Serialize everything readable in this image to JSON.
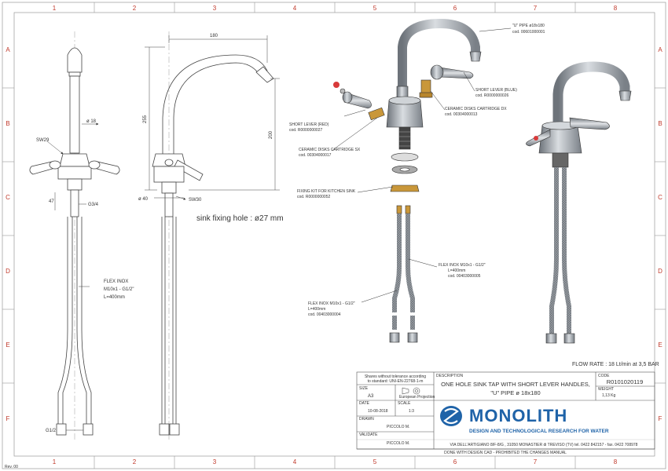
{
  "frame": {
    "columns": [
      "1",
      "2",
      "3",
      "4",
      "5",
      "6",
      "7",
      "8"
    ],
    "rows": [
      "A",
      "B",
      "C",
      "D",
      "E",
      "F"
    ],
    "revision": "Rev. 00"
  },
  "dimensions": {
    "front": {
      "d18": "ø 18",
      "sw29": "SW29",
      "g34": "G3/4",
      "d47": "47",
      "g12": "G1/2"
    },
    "side": {
      "w180": "180",
      "h255": "255",
      "h200": "200",
      "d40": "ø 40",
      "sw30": "SW30"
    },
    "sink_hole": "sink fixing hole : ø27 mm"
  },
  "left_hose_label": [
    "FLEX INOX",
    "M10x1 - G1/2\"",
    "L=400mm"
  ],
  "callouts": [
    {
      "name": "u-pipe",
      "lines": [
        "\"U\" PIPE ø18x180",
        "cod. 00601000001"
      ]
    },
    {
      "name": "short-lever-blue",
      "lines": [
        "SHORT LEVER (BLUE)",
        "cod. R0000000026"
      ]
    },
    {
      "name": "ceramic-dx",
      "lines": [
        "CERAMIC DISKS CARTRIDGE DX",
        "cod. 00304000013"
      ]
    },
    {
      "name": "short-lever-red",
      "lines": [
        "SHORT LEVER (RED)",
        "cod. R0000000027"
      ]
    },
    {
      "name": "ceramic-sx",
      "lines": [
        "CERAMIC DISKS CARTRIDGE SX",
        "cod. 00304000017"
      ]
    },
    {
      "name": "fixing-kit",
      "lines": [
        "FIXING KIT FOR KITCHEN SINK",
        "cod. R0000000052"
      ]
    },
    {
      "name": "flex-inox-right",
      "lines": [
        "FLEX INOX M10x1 - G1/2\"",
        "L=400mm",
        "cod. 00403000005"
      ]
    },
    {
      "name": "flex-inox-left",
      "lines": [
        "FLEX INOX M10x1 - G1/2\"",
        "L=400mm",
        "cod. 00403000004"
      ]
    }
  ],
  "flow_rate": "FLOW RATE : 18 Lt/min at 3,5 BAR",
  "title_block": {
    "tolerance": [
      "Shares without tolerance according",
      "to standard: UNI-EN-22768-1-m"
    ],
    "size_label": "SIZE",
    "size": "A3",
    "projection": "European Projection",
    "description_label": "DESCRIPTION",
    "description": [
      "ONE HOLE SINK TAP WITH SHORT LEVER HANDLES,",
      "\"U\" PIPE ø 18x180"
    ],
    "code_label": "CODE",
    "code": "R0101020119",
    "weight_label": "WEIGHT",
    "weight": "1,13 Kg",
    "date_label": "DATE",
    "date": "10-08-2018",
    "scale_label": "SCALE",
    "scale": "1:3",
    "drawn_label": "DRAWN",
    "drawn": "PICCOLO M.",
    "validate_label": "VALIDATE",
    "validate": "PICCOLO M.",
    "brand": "MONOLITH",
    "tagline": "DESIGN AND TECHNOLOGICAL RESEARCH FOR WATER",
    "address": "VIA DELL'ARTIGIANO 8/F-8/G , 31050 MONASTIER di TREVISO (TV) tel. 0422 842157 - fax. 0422 708978",
    "footer_note": "DONE WITH DESIGN CAD - PROHIBITED THE CHANGES MANUAL"
  },
  "colors": {
    "frame_text": "#c0392b",
    "brand": "#1f63a8",
    "line": "#444444",
    "chrome": "#8a8f96",
    "red_dot": "#d83a3a"
  }
}
